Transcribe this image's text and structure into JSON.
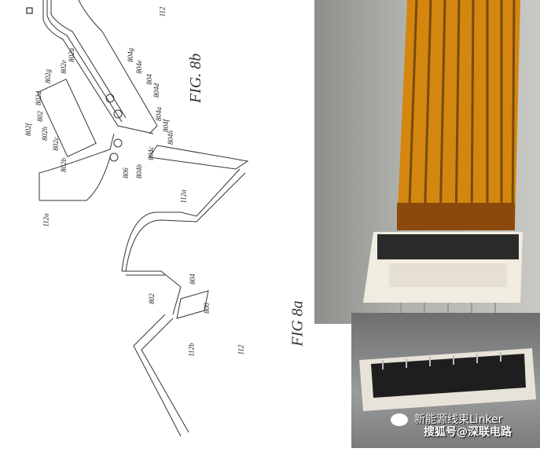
{
  "patent": {
    "fig_8b": "FIG. 8b",
    "fig_8a": "FIG 8a",
    "labels_8b": [
      "112",
      "802e",
      "802a",
      "802g",
      "802d",
      "802",
      "802f",
      "802h",
      "802c",
      "802b",
      "806",
      "804b",
      "804c",
      "804h",
      "804f",
      "804a",
      "804d",
      "804",
      "804e",
      "804g",
      "112a"
    ],
    "labels_8a": [
      "112a",
      "804",
      "802",
      "800",
      "112b",
      "112"
    ]
  },
  "photos": {
    "cable_color": "#d4860f",
    "connector_color": "#f1ece0"
  },
  "watermark": {
    "line1": "新能源线束Linker",
    "line2": "搜狐号@深联电路",
    "icon": "wechat-icon"
  }
}
